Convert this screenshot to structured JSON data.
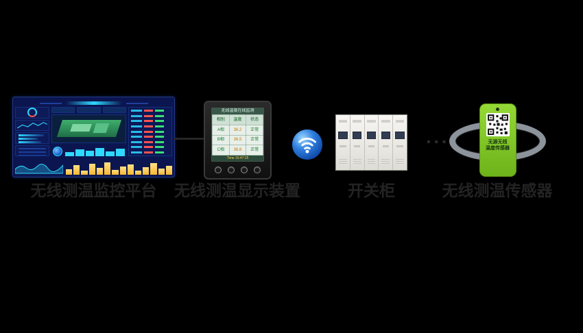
{
  "labels": {
    "platform": "无线测温监控平台",
    "display_device": "无线测温显示装置",
    "switchgear": "开关柜",
    "sensor": "无线测温传感器",
    "ellipsis": "···"
  },
  "display_device": {
    "screen": {
      "title": "无线温度在线监测",
      "table": {
        "headers": [
          "相别",
          "温度",
          "状态"
        ],
        "rows": [
          [
            "A相",
            "36.2",
            "正常"
          ],
          [
            "B相",
            "36.5",
            "正常"
          ],
          [
            "C相",
            "36.8",
            "正常"
          ]
        ]
      },
      "status": "Time 16:47:25"
    },
    "buttons": 4
  },
  "switchgear": {
    "panels": 5
  },
  "sensor": {
    "body_line1": "无源无线",
    "body_line2": "温度传感器"
  },
  "dashboard_decor": {
    "right_rows": 9,
    "bar_heights": [
      8,
      14,
      6,
      16,
      10,
      18,
      7,
      12,
      15,
      6,
      11,
      17,
      9,
      13
    ],
    "gauge_bars": [
      6,
      10,
      8,
      12,
      7,
      11
    ]
  },
  "colors": {
    "accent_cyan": "#2fd8ff",
    "alarm_red": "#ff5252",
    "ok_green": "#3ae077",
    "bar_yellow": "#f7b733",
    "wifi_blue": "#1565d8",
    "sensor_green": "#7dc420",
    "dashboard_navy": "#0b1650"
  }
}
